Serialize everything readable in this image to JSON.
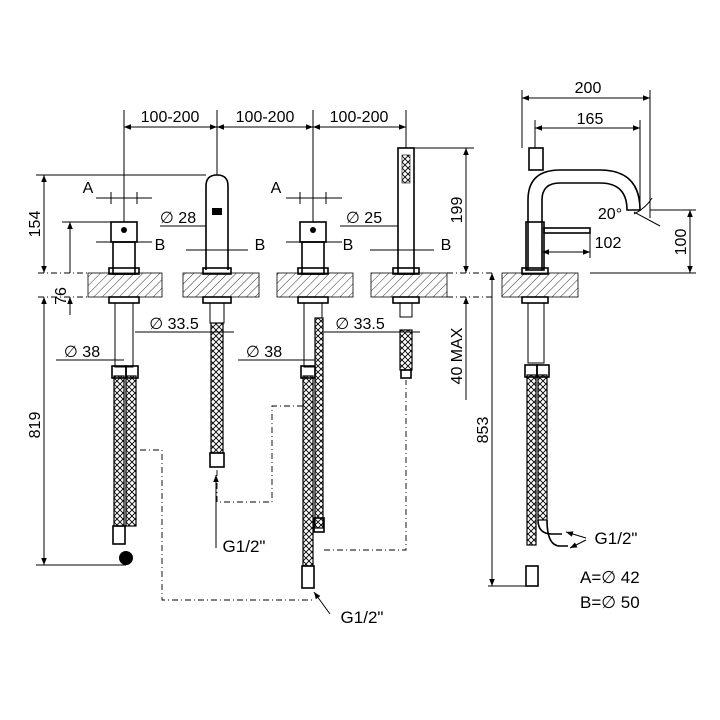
{
  "dimensions": {
    "spacing": [
      "100-200",
      "100-200",
      "100-200"
    ],
    "top_height": "154",
    "deck_thickness": "76",
    "hose_length_left": "819",
    "hose_length_right": "853",
    "handshower_height": "199",
    "handshower_hose": "40 MAX",
    "spout_depth": "200",
    "spout_reach": "165",
    "spout_height": "100",
    "spout_offset": "102",
    "spout_angle": "20°"
  },
  "labels": {
    "a": "A",
    "b": "B",
    "dia_28": "∅ 28",
    "dia_25": "∅ 25",
    "dia_33_5": "∅ 33.5",
    "dia_38": "∅ 38",
    "g12": "G1/2\""
  },
  "legend": {
    "a_value": "A=∅ 42",
    "b_value": "B=∅ 50"
  }
}
